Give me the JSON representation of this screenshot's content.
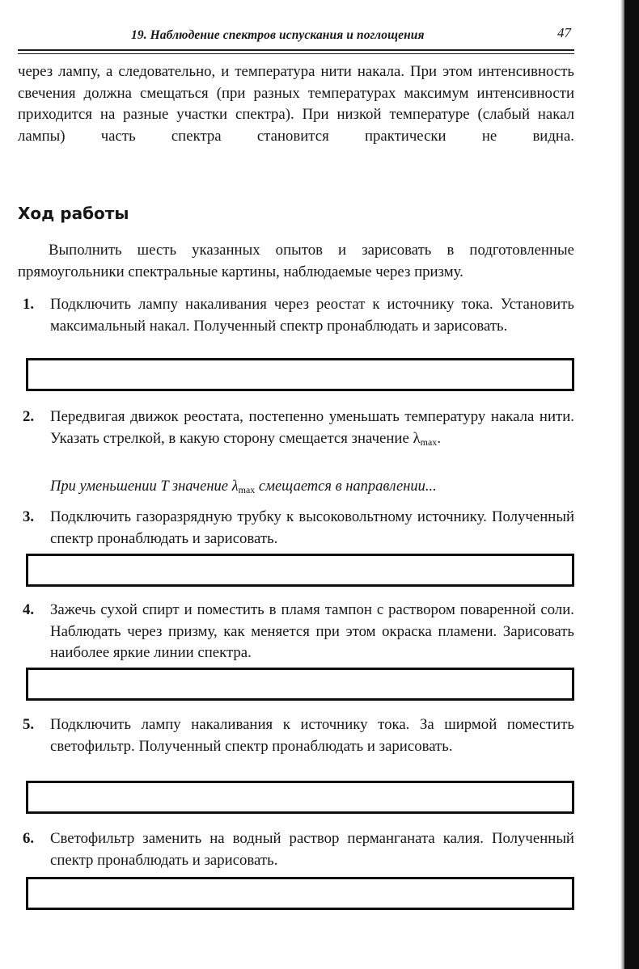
{
  "header": {
    "running_title": "19. Наблюдение спектров испускания и поглощения",
    "page_number": "47"
  },
  "intro_text": "через лампу, а следовательно, и температура нити накала. При этом интенсивность свечения должна смещаться (при разных температурах максимум интенсивности приходится на разные участки спектра). При низкой температуре (слабый накал лампы) часть спектра становится практически не видна.",
  "section": {
    "heading": "Ход работы",
    "lead": "Выполнить шесть указанных опытов и зарисовать в подготовленные прямоугольники спектральные картины, наблюдаемые через призму."
  },
  "steps": [
    {
      "number": "1.",
      "text": "Подключить лампу накаливания через реостат к источнику тока. Установить максимальный накал. Полученный спектр пронаблюдать и зарисовать."
    },
    {
      "number": "2.",
      "text_before": "Передвигая движок реостата, постепенно уменьшать температуру накала нити. Указать стрелкой, в какую сторону смещается значение λ",
      "subscript": "max",
      "text_after": ".",
      "answer": {
        "before": "При уменьшении T значение λ",
        "subscript": "max",
        "after": " смещается в направлении..."
      }
    },
    {
      "number": "3.",
      "text": "Подключить газоразрядную трубку к высоковольтному источнику. Полученный спектр пронаблюдать и зарисовать."
    },
    {
      "number": "4.",
      "text": "Зажечь сухой спирт и поместить в пламя тампон с раствором поваренной соли. Наблюдать через призму, как меняется при этом окраска пламени. Зарисовать наиболее яркие линии спектра."
    },
    {
      "number": "5.",
      "text": "Подключить лампу накаливания к источнику тока. За ширмой поместить светофильтр. Полученный спектр пронаблюдать и зарисовать."
    },
    {
      "number": "6.",
      "text": "Светофильтр заменить на водный раствор перманганата калия. Полученный спектр пронаблюдать и зарисовать."
    }
  ]
}
